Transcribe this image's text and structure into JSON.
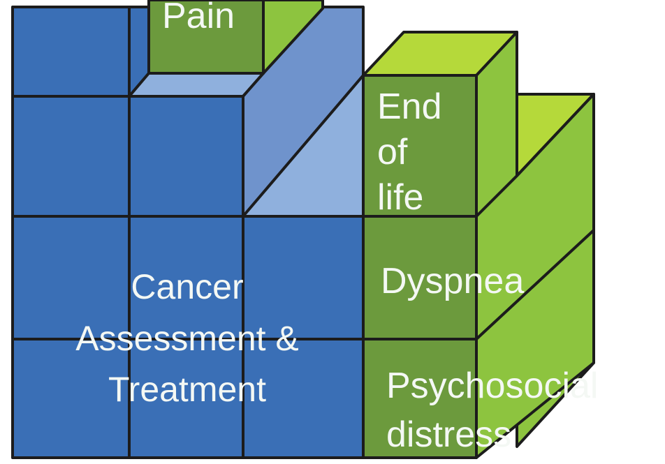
{
  "blocks": {
    "pain": {
      "label": "Pain"
    },
    "end_of_life": {
      "lines": [
        "End",
        "of",
        "life"
      ]
    },
    "dyspnea": {
      "label": "Dyspnea"
    },
    "psychosocial_distress": {
      "lines": [
        "Psychosocial",
        "distress"
      ]
    },
    "cancer_assessment": {
      "lines": [
        "Cancer",
        "Assessment &",
        "Treatment"
      ]
    }
  },
  "colors": {
    "blue_front": "#3a6fb6",
    "blue_light": "#6f93cc",
    "blue_pale": "#8fb0dd",
    "green_front": "#6c9a3d",
    "green_side": "#8dc43f",
    "green_top": "#b5d93a",
    "outline": "#1c1c1c"
  }
}
